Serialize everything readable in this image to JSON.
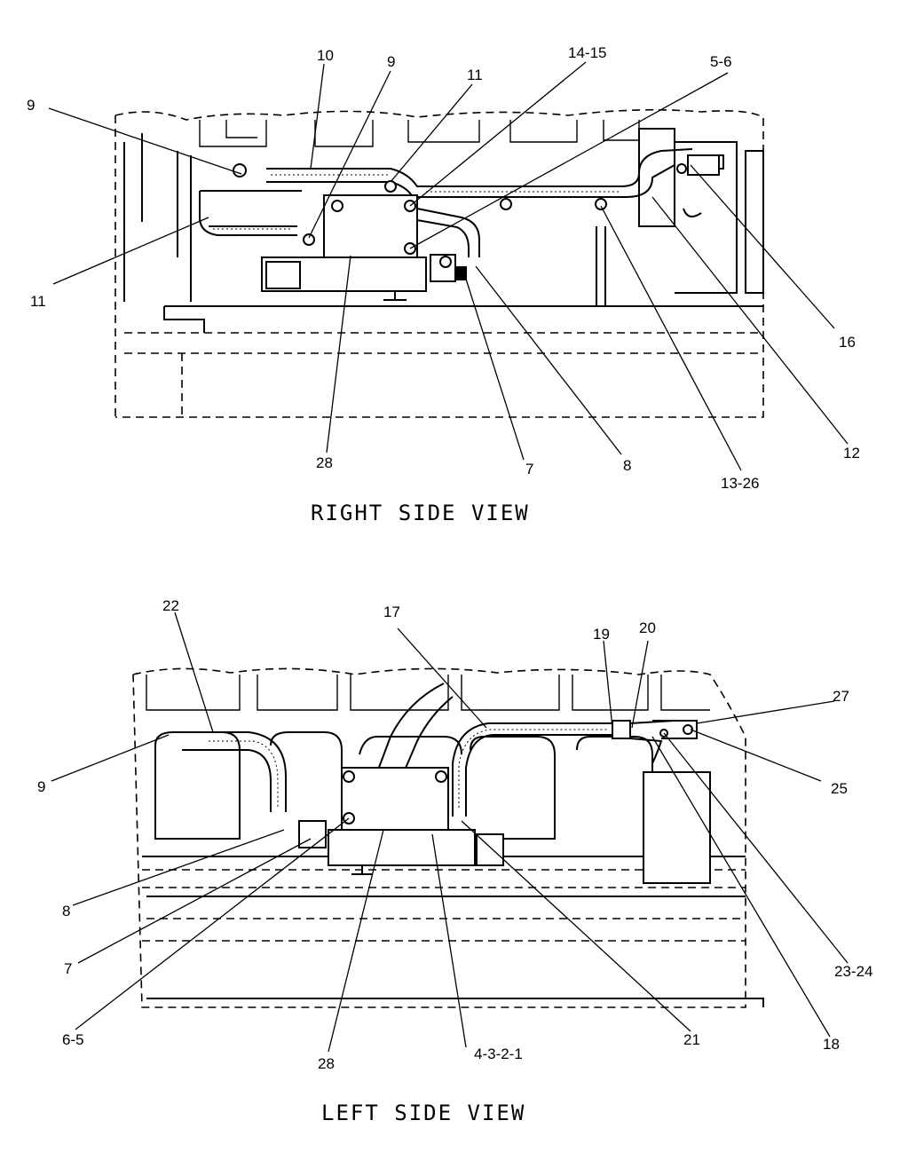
{
  "views": {
    "right": {
      "title": "RIGHT SIDE VIEW",
      "callouts": {
        "c9a": "9",
        "c10": "10",
        "c9b": "9",
        "c11a": "11",
        "c14_15": "14-15",
        "c5_6": "5-6",
        "c11b": "11",
        "c16": "16",
        "c12": "12",
        "c13_26": "13-26",
        "c8": "8",
        "c7": "7",
        "c28": "28"
      }
    },
    "left": {
      "title": "LEFT SIDE VIEW",
      "callouts": {
        "c22": "22",
        "c17": "17",
        "c19": "19",
        "c20": "20",
        "c27": "27",
        "c25": "25",
        "c9": "9",
        "c8": "8",
        "c7": "7",
        "c6_5": "6-5",
        "c28": "28",
        "c4_3_2_1": "4-3-2-1",
        "c21": "21",
        "c18": "18",
        "c23_24": "23-24"
      }
    }
  }
}
